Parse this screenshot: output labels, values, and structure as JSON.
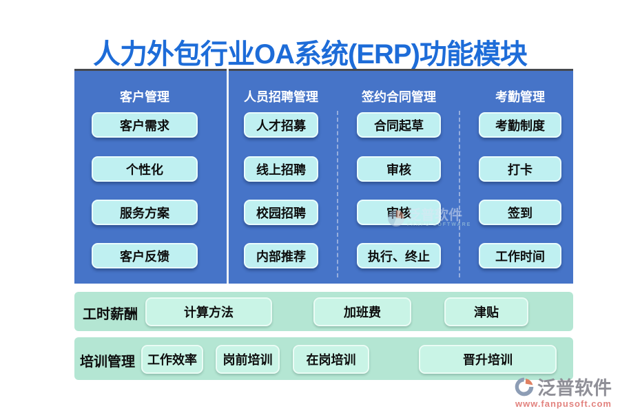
{
  "title": "人力外包行业OA系统(ERP)功能模块",
  "panel": {
    "columns": [
      {
        "header": "客户管理",
        "items": [
          "客户需求",
          "个性化",
          "服务方案",
          "客户反馈"
        ]
      },
      {
        "header": "人员招聘管理",
        "items": [
          "人才招募",
          "线上招聘",
          "校园招聘",
          "内部推荐"
        ]
      },
      {
        "header": "签约合同管理",
        "items": [
          "合同起草",
          "审核",
          "审核",
          "执行、终止"
        ]
      },
      {
        "header": "考勤管理",
        "items": [
          "考勤制度",
          "打卡",
          "签到",
          "工作时间"
        ]
      }
    ]
  },
  "bars": [
    {
      "label": "工时薪酬",
      "items": [
        "计算方法",
        "加班费",
        "津贴"
      ]
    },
    {
      "label": "培训管理",
      "items": [
        "工作效率",
        "岗前培训",
        "在岗培训",
        "晋升培训"
      ]
    }
  ],
  "watermark": {
    "text": "泛普软件",
    "subtext": "FANPU SOFTWARE"
  },
  "logo": {
    "name": "泛普软件",
    "url": "www.fanpusoft.com"
  },
  "colors": {
    "title_blue": "#1d6cd8",
    "panel_blue": "#4674c8",
    "module_button": "#bff0f1",
    "bar_green": "#b4e6d3",
    "bar_button": "#c9f4e6",
    "logo_gray": "#8f8f97",
    "logo_red": "#e2827e"
  }
}
